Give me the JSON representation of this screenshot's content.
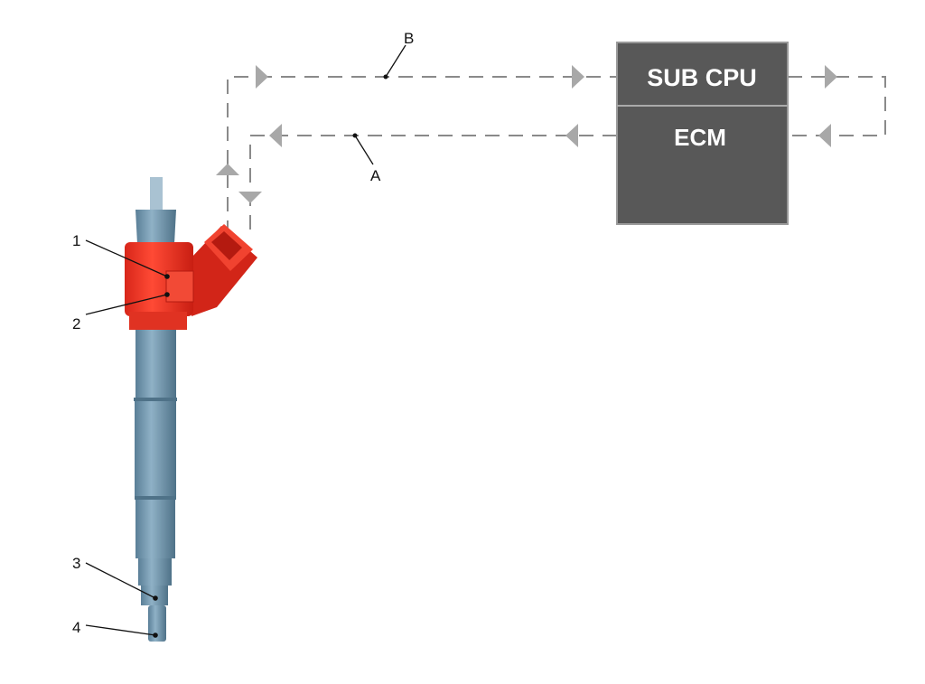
{
  "ecm_box": {
    "top_label": "SUB CPU",
    "bottom_label": "ECM"
  },
  "signal_labels": {
    "a": "A",
    "b": "B"
  },
  "callouts": [
    "1",
    "2",
    "3",
    "4"
  ],
  "colors": {
    "injector_body": "#6e93ab",
    "solenoid": "#ee3322",
    "box_fill": "#585858",
    "signal_line": "#8a8a8a"
  }
}
